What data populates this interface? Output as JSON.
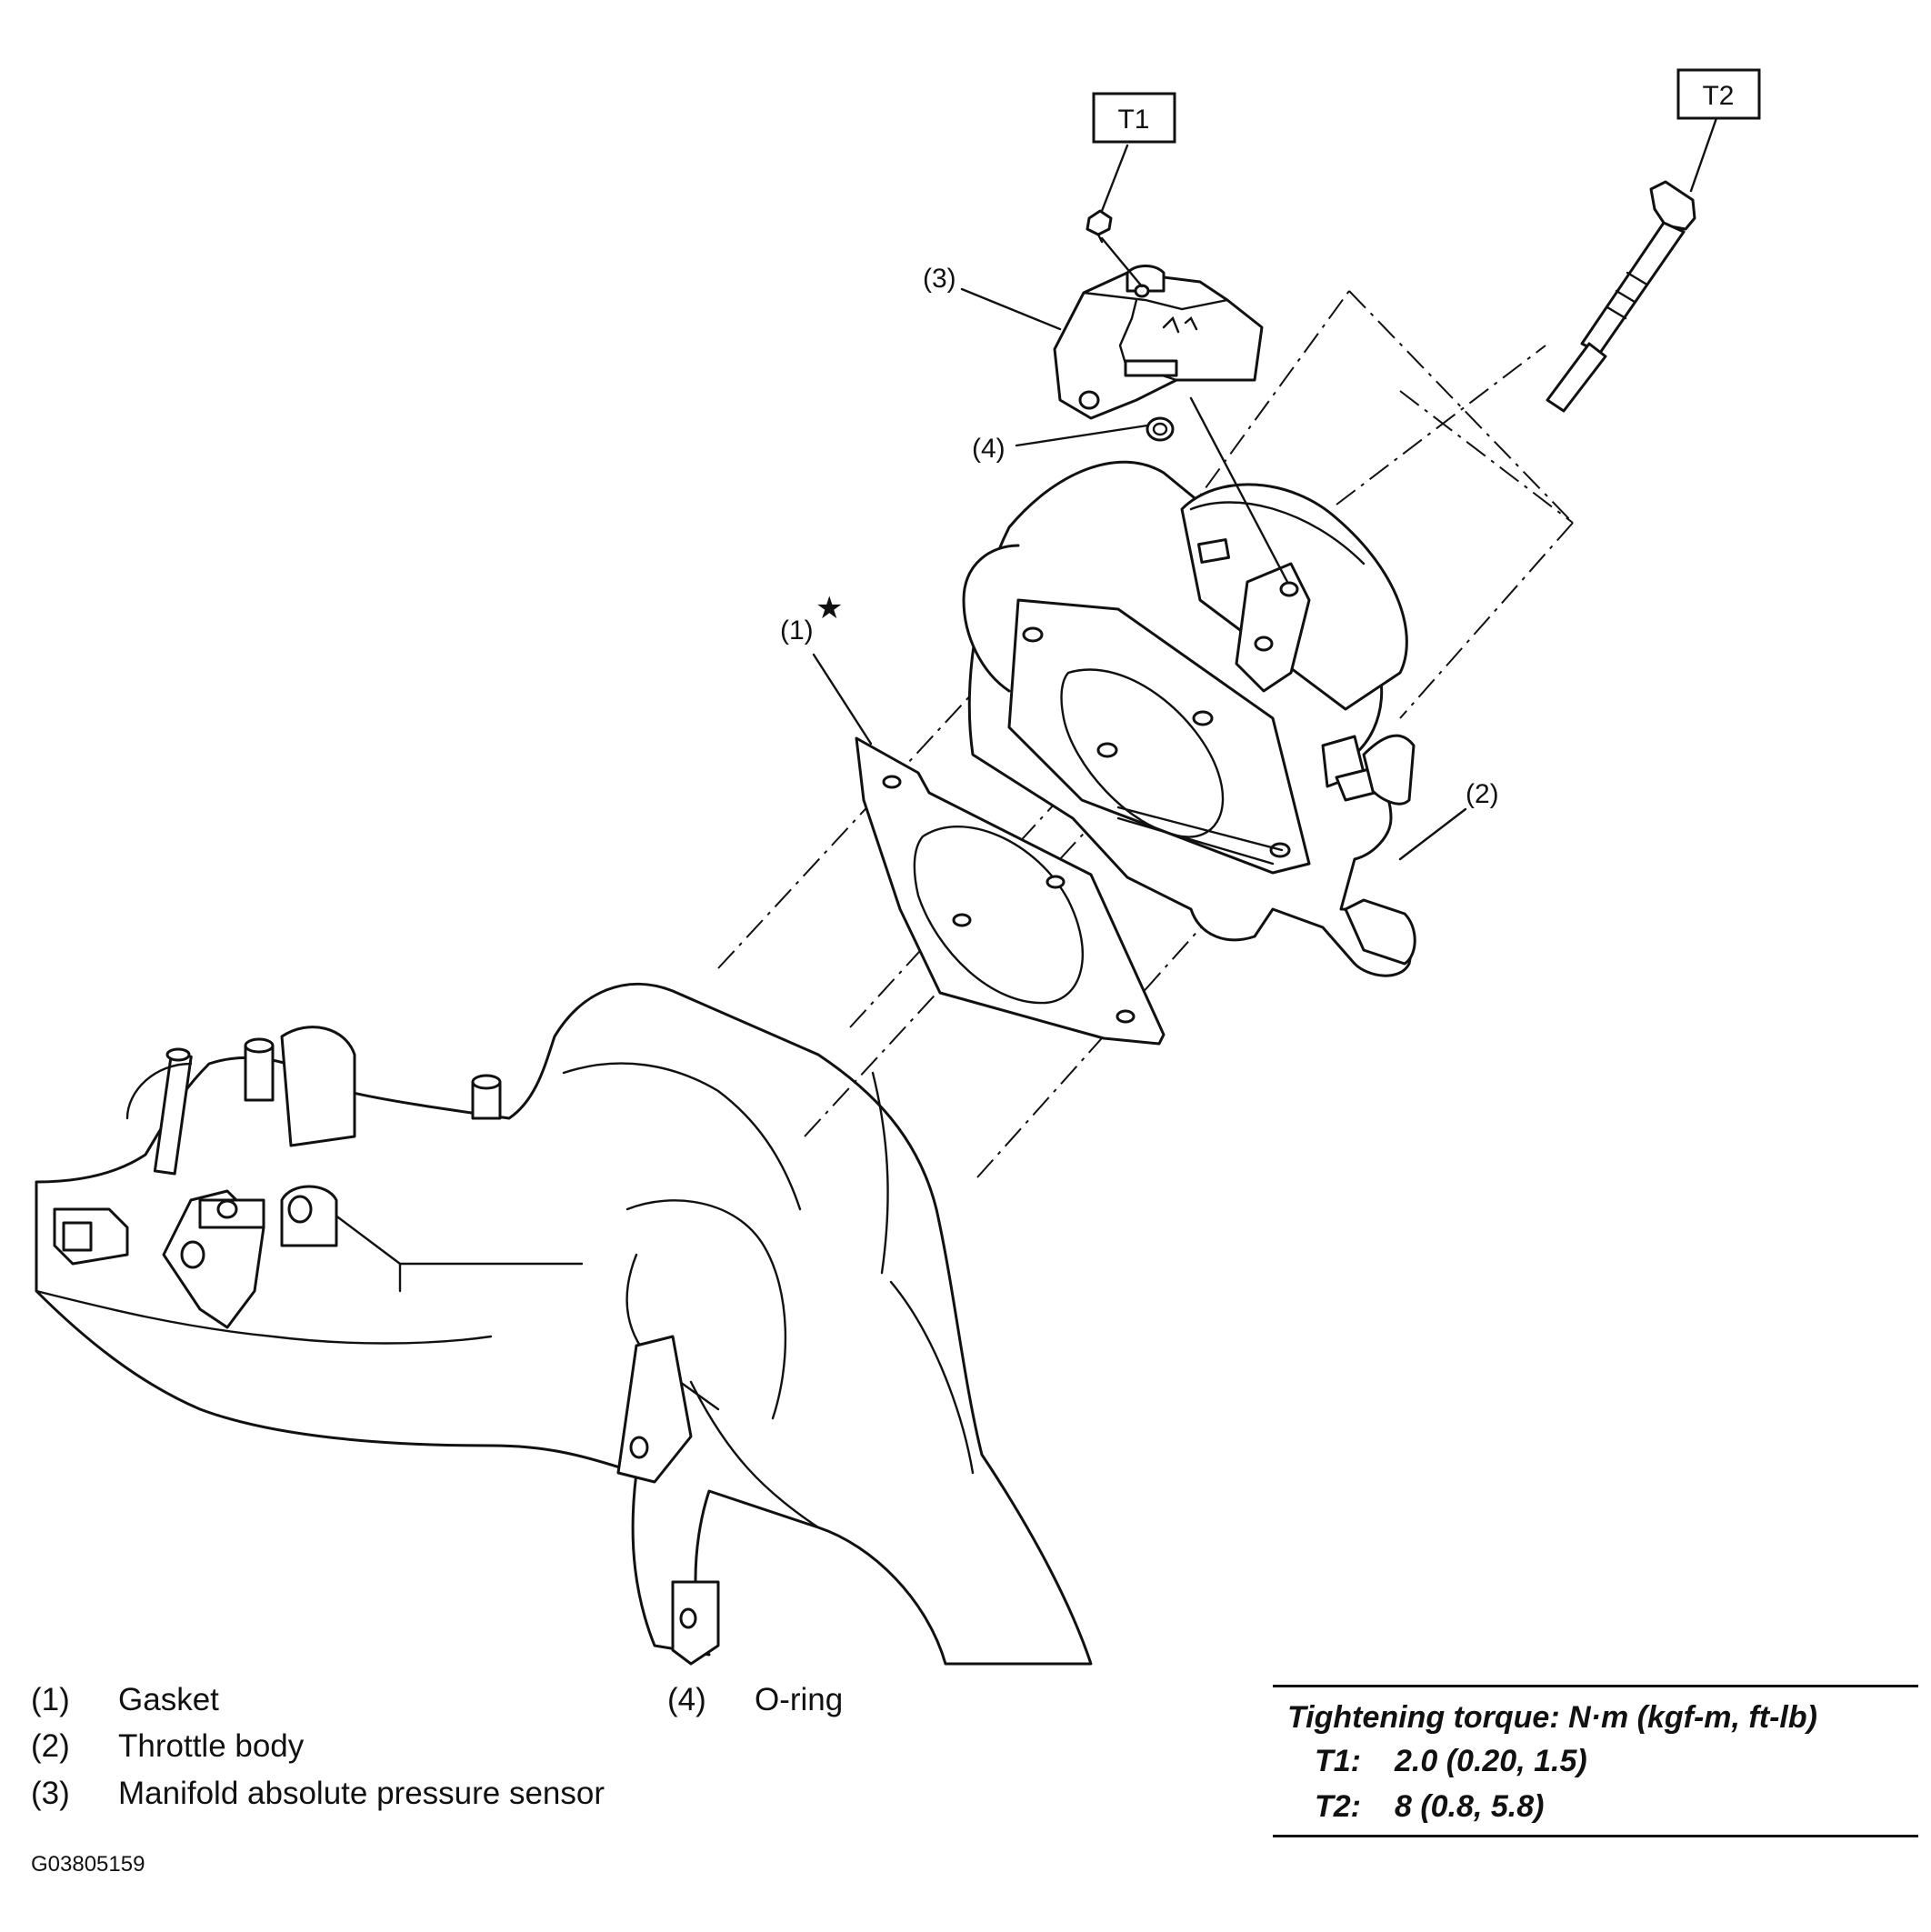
{
  "callouts": {
    "c1": "(1)",
    "c2": "(2)",
    "c3": "(3)",
    "c4": "(4)",
    "star": "★"
  },
  "tags": {
    "t1": "T1",
    "t2": "T2"
  },
  "legend": {
    "items": [
      {
        "num": "(1)",
        "text": "Gasket"
      },
      {
        "num": "(2)",
        "text": "Throttle body"
      },
      {
        "num": "(3)",
        "text": "Manifold absolute pressure sensor"
      },
      {
        "num": "(4)",
        "text": "O-ring"
      }
    ]
  },
  "torque": {
    "title": "Tightening torque: N·m (kgf-m, ft-lb)",
    "rows": [
      {
        "key": "T1:",
        "value": "2.0 (0.20, 1.5)"
      },
      {
        "key": "T2:",
        "value": "8 (0.8, 5.8)"
      }
    ]
  },
  "figure_code": "G03805159"
}
